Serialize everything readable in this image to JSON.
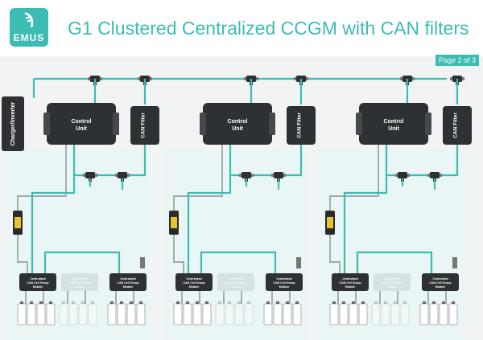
{
  "header": {
    "logo_text": "EMUS",
    "title": "G1 Clustered Centralized CCGM with CAN filters"
  },
  "page_label": "Page 2 of 3",
  "diagram": {
    "charger_label": "Charger/Inverter",
    "control_unit_label_line1": "Control",
    "control_unit_label_line2": "Unit",
    "can_filter_label": "CAN Filter",
    "module_label_line1": "Centralized",
    "module_label_line2": "CAN Cell Group",
    "module_label_line3": "Module",
    "cluster_count": 3
  },
  "colors": {
    "accent": "#3cbcb2",
    "device_dark": "#2e3133",
    "cable": "#3cbcb2",
    "panel": "#e9f6f5"
  }
}
